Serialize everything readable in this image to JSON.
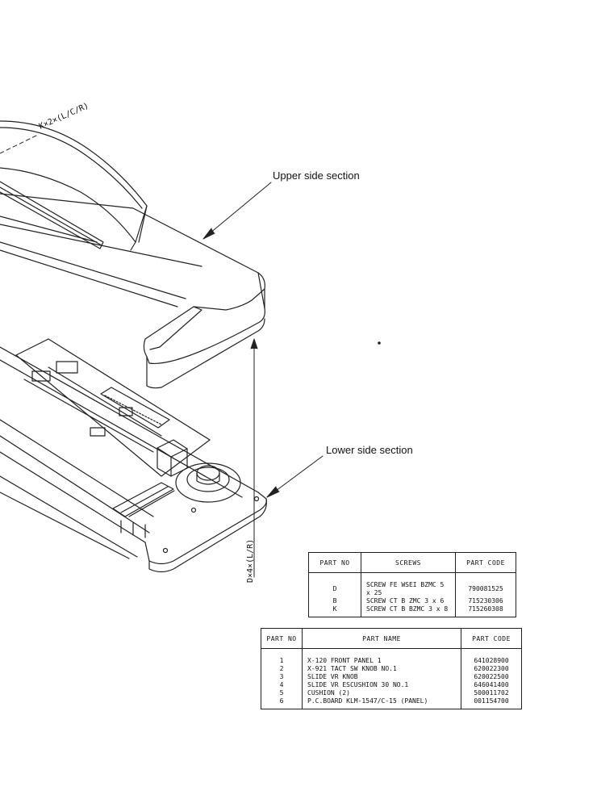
{
  "callouts": {
    "upper": "Upper side section",
    "lower": "Lower side section"
  },
  "rotated_labels": {
    "top": "K×2×(L/C/R)",
    "side": "D×4×(L/R)"
  },
  "screws_table": {
    "headers": [
      "PART NO",
      "SCREWS",
      "PART CODE"
    ],
    "rows": [
      {
        "no": "D",
        "name": "SCREW FE WSEI BZMC 5 x 25",
        "code": "790081525"
      },
      {
        "no": "B",
        "name": "SCREW CT B ZMC 3 x 6",
        "code": "715230306"
      },
      {
        "no": "K",
        "name": "SCREW CT B BZMC 3 x 8",
        "code": "715260308"
      }
    ]
  },
  "parts_table": {
    "headers": [
      "PART NO",
      "PART NAME",
      "PART CODE"
    ],
    "rows": [
      {
        "no": "1",
        "name": "X-120 FRONT PANEL 1",
        "code": "641028900"
      },
      {
        "no": "2",
        "name": "X-921 TACT SW KNOB NO.1",
        "code": "620022300"
      },
      {
        "no": "3",
        "name": "SLIDE VR KNOB",
        "code": "620022500"
      },
      {
        "no": "4",
        "name": "SLIDE VR ESCUSHION 30 NO.1",
        "code": "646041400"
      },
      {
        "no": "5",
        "name": "CUSHION (2)",
        "code": "500011702"
      },
      {
        "no": "6",
        "name": "P.C.BOARD KLM-1547/C-15 (PANEL)",
        "code": "001154700"
      }
    ]
  }
}
